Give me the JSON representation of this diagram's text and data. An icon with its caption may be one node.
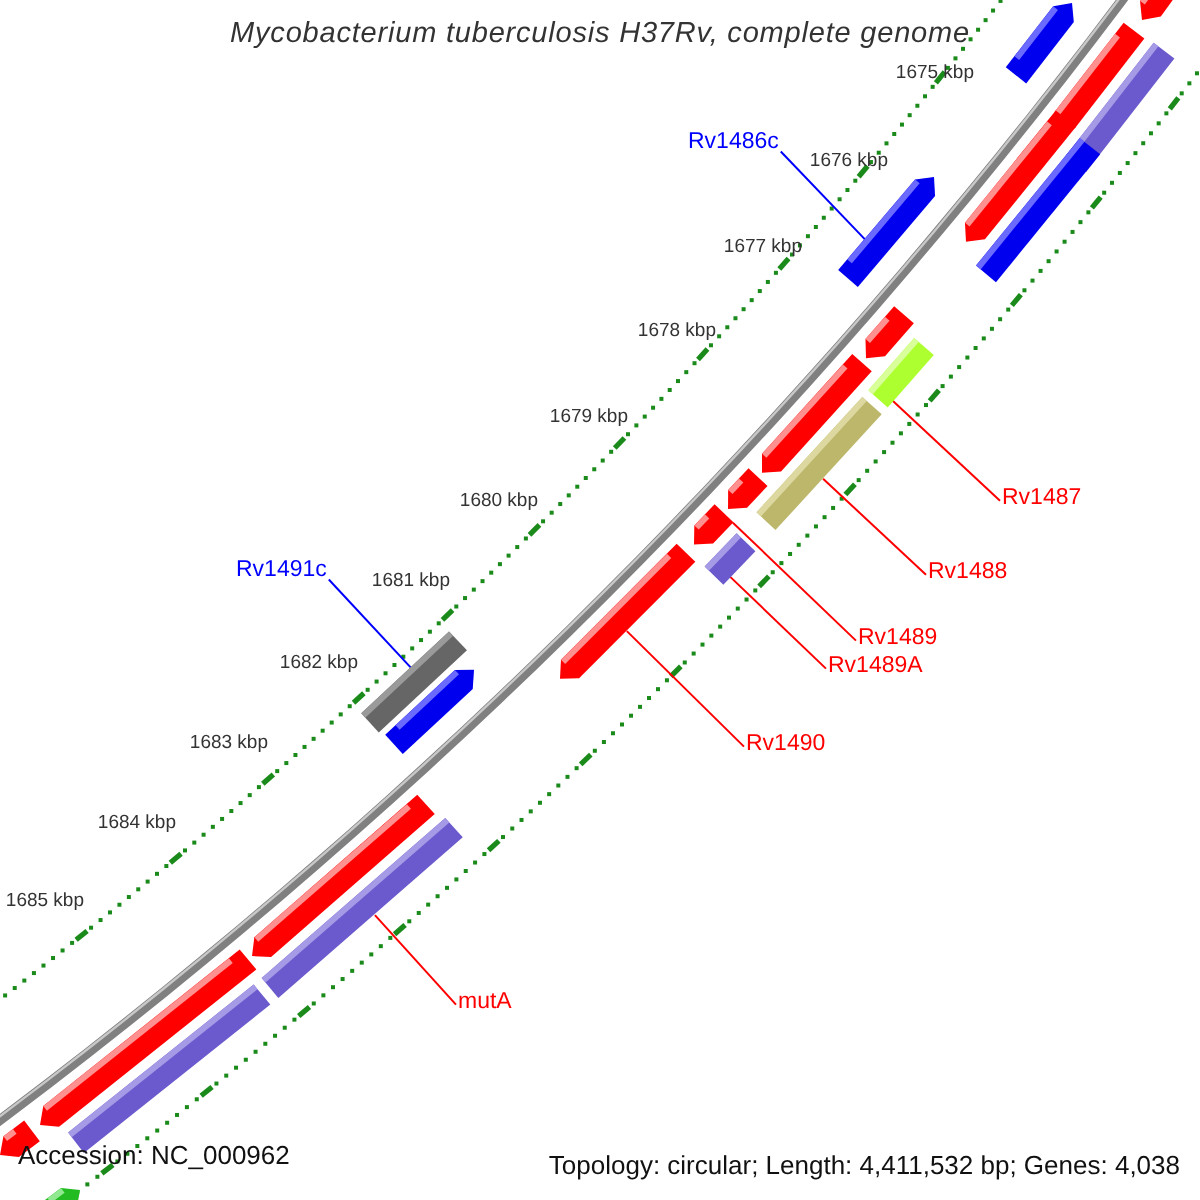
{
  "diagram": {
    "title": "Mycobacterium tuberculosis H37Rv, complete genome",
    "nodes": [
      {
        "text": [
          "Rv1486c"
        ]
      },
      {
        "text": [
          "Rv1491c"
        ]
      },
      {
        "text": [
          "Rv1487"
        ]
      },
      {
        "text": [
          "Rv1488"
        ]
      },
      {
        "text": [
          "Rv1489"
        ]
      },
      {
        "text": [
          "Rv1489A"
        ]
      },
      {
        "text": [
          "Rv1490"
        ]
      },
      {
        "text": [
          "mutA"
        ]
      },
      {
        "text": [],
        "shape": "arrow"
      },
      {
        "text": [],
        "shape": "arrow"
      },
      {
        "text": [],
        "shape": "arrow"
      },
      {
        "text": [],
        "shape": "bar"
      },
      {
        "text": [],
        "shape": "arrow"
      },
      {
        "text": [],
        "shape": "bar"
      },
      {
        "text": [],
        "shape": "arrow"
      },
      {
        "text": [],
        "shape": "arrow"
      },
      {
        "text": [],
        "shape": "bar"
      },
      {
        "text": [],
        "shape": "arrow"
      },
      {
        "text": [],
        "shape": "bar"
      },
      {
        "text": [],
        "shape": "arrow"
      },
      {
        "text": [],
        "shape": "arrow"
      },
      {
        "text": [],
        "shape": "bar"
      },
      {
        "text": [],
        "shape": "bar"
      },
      {
        "text": [],
        "shape": "arrow"
      },
      {
        "text": [],
        "shape": "arrow"
      },
      {
        "text": [],
        "shape": "arrow"
      },
      {
        "text": [],
        "shape": "bar"
      },
      {
        "text": [],
        "shape": "arrow"
      },
      {
        "text": [],
        "shape": "bar"
      },
      {
        "text": [],
        "shape": "arrow"
      },
      {
        "text": [],
        "shape": "arrow"
      }
    ],
    "edges": [
      {
        "from": 0,
        "to": 14,
        "arrow": "none",
        "color": "#0000ff"
      },
      {
        "from": 1,
        "to": 22,
        "arrow": "none",
        "color": "#0000ff"
      },
      {
        "from": 2,
        "to": 16,
        "arrow": "none"
      },
      {
        "from": 3,
        "to": 18,
        "arrow": "none"
      },
      {
        "from": 4,
        "to": 19,
        "arrow": "none"
      },
      {
        "from": 5,
        "to": 21,
        "arrow": "none"
      },
      {
        "from": 6,
        "to": 24,
        "arrow": "none"
      },
      {
        "from": 7,
        "to": 26,
        "arrow": "none"
      }
    ],
    "labels": [
      "1675 kbp",
      "1676 kbp",
      "1677 kbp",
      "1678 kbp",
      "1679 kbp",
      "1680 kbp",
      "1681 kbp",
      "1682 kbp",
      "1683 kbp",
      "1684 kbp",
      "1685 kbp",
      "Accession: NC_000962",
      "Topology: circular; Length: 4,411,532 bp; Genes: 4,038"
    ]
  }
}
